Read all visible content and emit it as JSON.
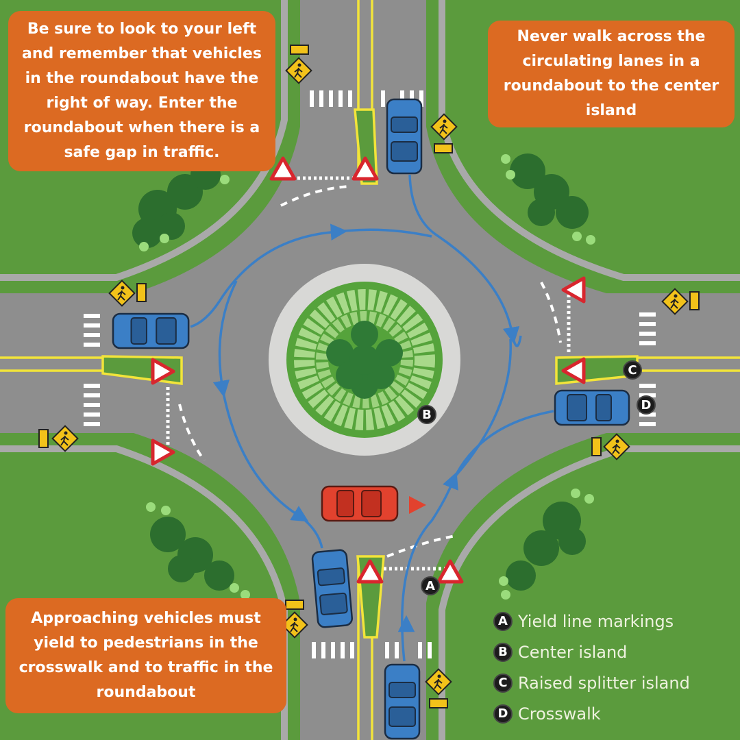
{
  "callouts": {
    "look_left": "Be sure to look to your left and remember that vehicles in the roundabout have the right of way. Enter the roundabout when there is a safe gap in traffic.",
    "never_walk": "Never walk across the circulating lanes in a roundabout to the center island",
    "approaching": "Approaching vehicles must yield to pedestrians in the crosswalk and to traffic in the roundabout"
  },
  "markers": {
    "a": "A",
    "b": "B",
    "c": "C",
    "d": "D"
  },
  "legend": [
    {
      "letter": "A",
      "label": "Yield line markings"
    },
    {
      "letter": "B",
      "label": "Center island"
    },
    {
      "letter": "C",
      "label": "Raised splitter island"
    },
    {
      "letter": "D",
      "label": "Crosswalk"
    }
  ],
  "colors": {
    "grass": "#5b9b3d",
    "road": "#8e8e8e",
    "callout": "#dc6a22",
    "car_blue": "#3b7fc6",
    "car_red": "#e2422e",
    "path": "#3b7fc6",
    "centerline": "#f2e43a"
  }
}
